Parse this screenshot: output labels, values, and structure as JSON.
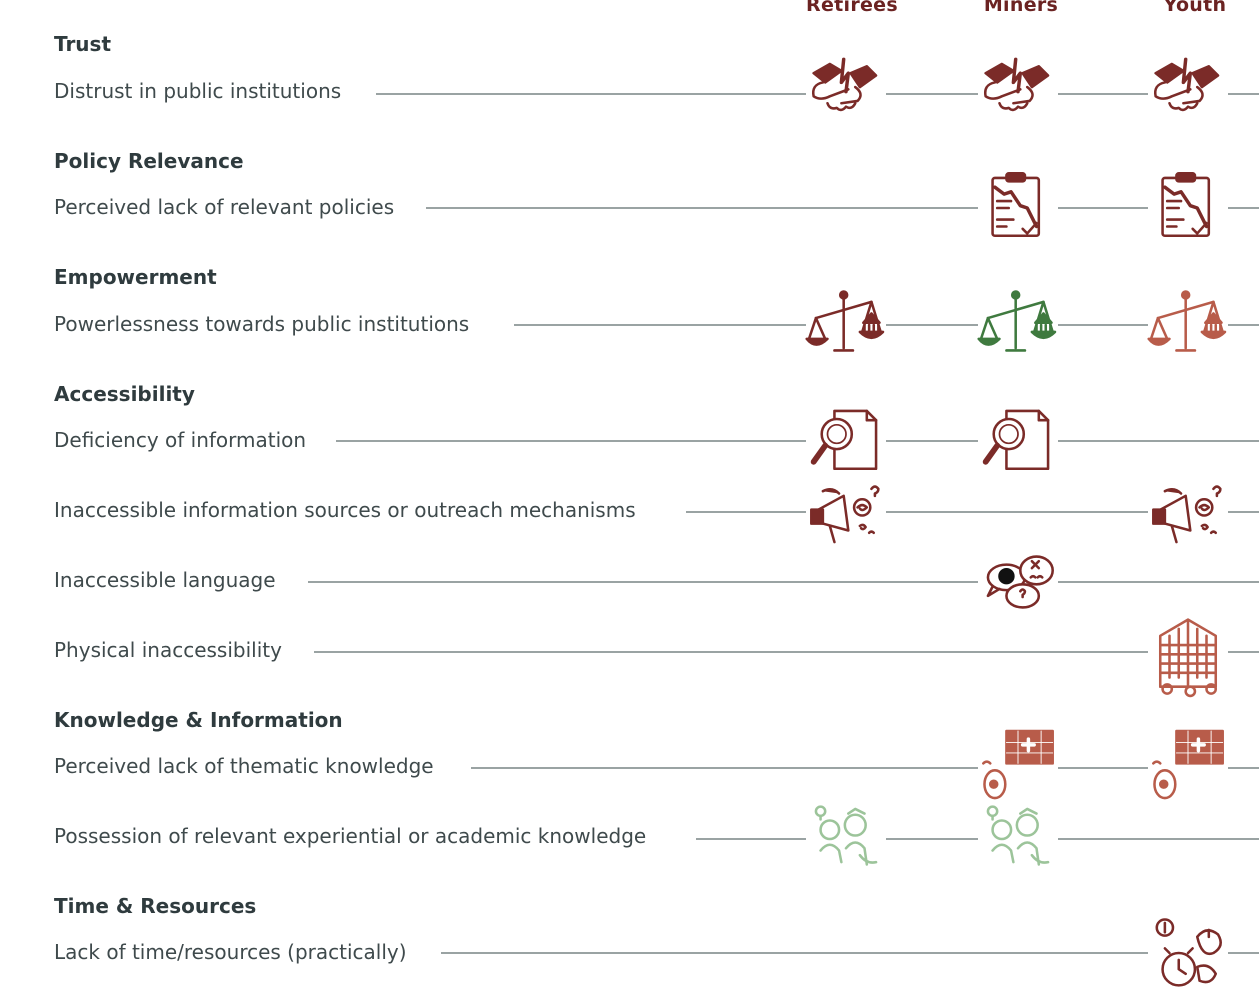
{
  "columns": [
    "Retirees",
    "Miners",
    "Youth"
  ],
  "sections": [
    {
      "title": "Trust",
      "rows": [
        {
          "label": "Distrust in public institutions",
          "icons": {
            "retirees": "broken-handshake-icon",
            "miners": "broken-handshake-icon",
            "youth": "broken-handshake-icon"
          }
        }
      ]
    },
    {
      "title": "Policy Relevance",
      "rows": [
        {
          "label": "Perceived lack of relevant policies",
          "icons": {
            "miners": "clipboard-declining-chart-icon",
            "youth": "clipboard-declining-chart-icon"
          }
        }
      ]
    },
    {
      "title": "Empowerment",
      "rows": [
        {
          "label": "Powerlessness towards public institutions",
          "icons": {
            "retirees": "unbalanced-scale-icon",
            "miners": "unbalanced-scale-icon",
            "youth": "unbalanced-scale-icon"
          }
        }
      ]
    },
    {
      "title": "Accessibility",
      "rows": [
        {
          "label": "Deficiency of information",
          "icons": {
            "retirees": "magnifier-document-icon",
            "miners": "magnifier-document-icon"
          }
        },
        {
          "label": "Inaccessible information sources or outreach mechanisms",
          "icons": {
            "retirees": "megaphone-confused-icon",
            "youth": "megaphone-confused-icon"
          }
        },
        {
          "label": "Inaccessible language",
          "icons": {
            "miners": "speech-bubbles-confused-icon"
          }
        },
        {
          "label": "Physical inaccessibility",
          "icons": {
            "youth": "office-building-icon"
          }
        }
      ]
    },
    {
      "title": "Knowledge & Information",
      "rows": [
        {
          "label": "Perceived lack of thematic knowledge",
          "icons": {
            "miners": "puzzle-head-icon",
            "youth": "puzzle-head-icon"
          }
        },
        {
          "label": "Possession of relevant experiential or academic knowledge",
          "icons": {
            "retirees": "knowledgeable-people-icon",
            "miners": "knowledgeable-people-icon"
          }
        }
      ]
    },
    {
      "title": "Time & Resources",
      "rows": [
        {
          "label": "Lack of time/resources (practically)",
          "icons": {
            "youth": "clock-money-icon"
          }
        }
      ]
    }
  ],
  "colors": {
    "dark_red": "#7b2b28",
    "terracotta": "#b85c4a",
    "green": "#3f7a3f",
    "light_green": "#9cc49a",
    "connector": "#9aa3a3",
    "heading_text": "#2f3b3e",
    "label_text": "#3f4a4c"
  }
}
